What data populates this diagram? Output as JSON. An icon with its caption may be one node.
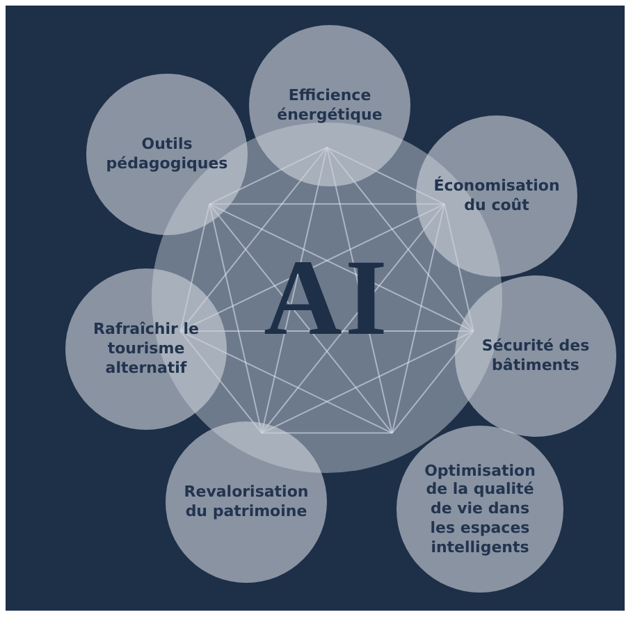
{
  "diagram": {
    "nodes": [
      {
        "text": [
          "AI"
        ]
      },
      {
        "text": [
          "Efficience énergétique"
        ]
      },
      {
        "text": [
          "Économisation du coût"
        ]
      },
      {
        "text": [
          "Sécurité des bâtiments"
        ]
      },
      {
        "text": [
          "Optimisation de la qualité de vie dans les espaces intelligents"
        ]
      },
      {
        "text": [
          "Revalorisation du patrimoine"
        ]
      },
      {
        "text": [
          "Rafraîchir le tourisme alternatif"
        ]
      },
      {
        "text": [
          "Outils pédagogiques"
        ]
      }
    ],
    "edges": []
  }
}
